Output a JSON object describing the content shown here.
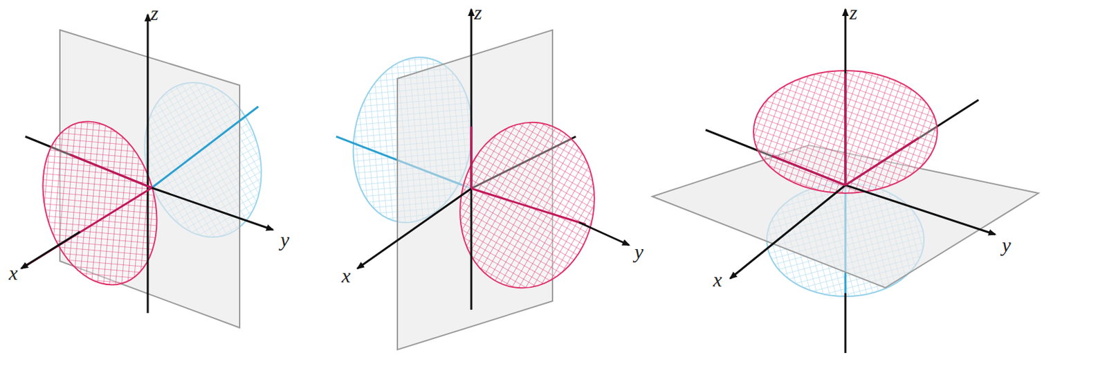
{
  "diagram": {
    "labels": [
      "z",
      "x",
      "y",
      "z",
      "x",
      "y",
      "z",
      "x",
      "y"
    ]
  }
}
